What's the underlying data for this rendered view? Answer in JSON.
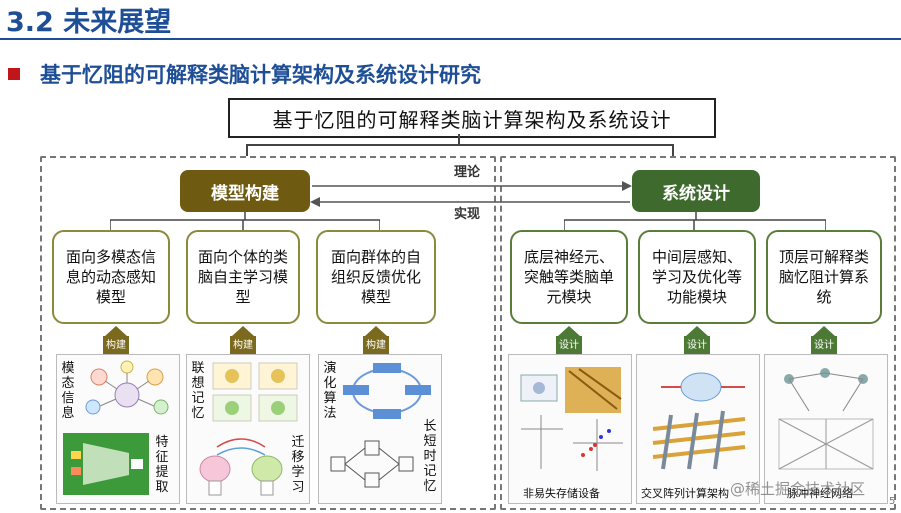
{
  "slide": {
    "title": "3.2 未来展望",
    "subtitle": "基于忆阻的可解释类脑计算架构及系统设计研究",
    "page_number": "5"
  },
  "diagram": {
    "top_box": "基于忆阻的可解释类脑计算架构及系统设计",
    "left_header": "模型构建",
    "right_header": "系统设计",
    "arrow_top_label": "理论",
    "arrow_bottom_label": "实现",
    "colors": {
      "left_green": "#6e5a10",
      "right_green": "#3e6a2e",
      "arrow_olive": "#7b6a1e",
      "arrow_green": "#4c7a35"
    },
    "left_cards": [
      {
        "text": "面向多模态信息的动态感知模型",
        "arrow_label": "构建"
      },
      {
        "text": "面向个体的类脑自主学习模型",
        "arrow_label": "构建"
      },
      {
        "text": "面向群体的自组织反馈优化模型",
        "arrow_label": "构建"
      }
    ],
    "right_cards": [
      {
        "text": "底层神经元、突触等类脑单元模块",
        "arrow_label": "设计"
      },
      {
        "text": "中间层感知、学习及优化等功能模块",
        "arrow_label": "设计"
      },
      {
        "text": "顶层可解释类脑忆阻计算系统",
        "arrow_label": "设计"
      }
    ],
    "left_panels": [
      {
        "label_a": "模态信息",
        "label_b": "特征提取"
      },
      {
        "label_a": "联想记忆",
        "label_b": "迁移学习"
      },
      {
        "label_a": "演化算法",
        "label_b": "长短时记忆"
      }
    ],
    "right_panels": [
      {
        "caption": "非易失存储设备"
      },
      {
        "caption": "交叉阵列计算架构"
      },
      {
        "caption": "脉冲神经网络"
      }
    ],
    "watermark": "@稀土掘金技术社区"
  }
}
